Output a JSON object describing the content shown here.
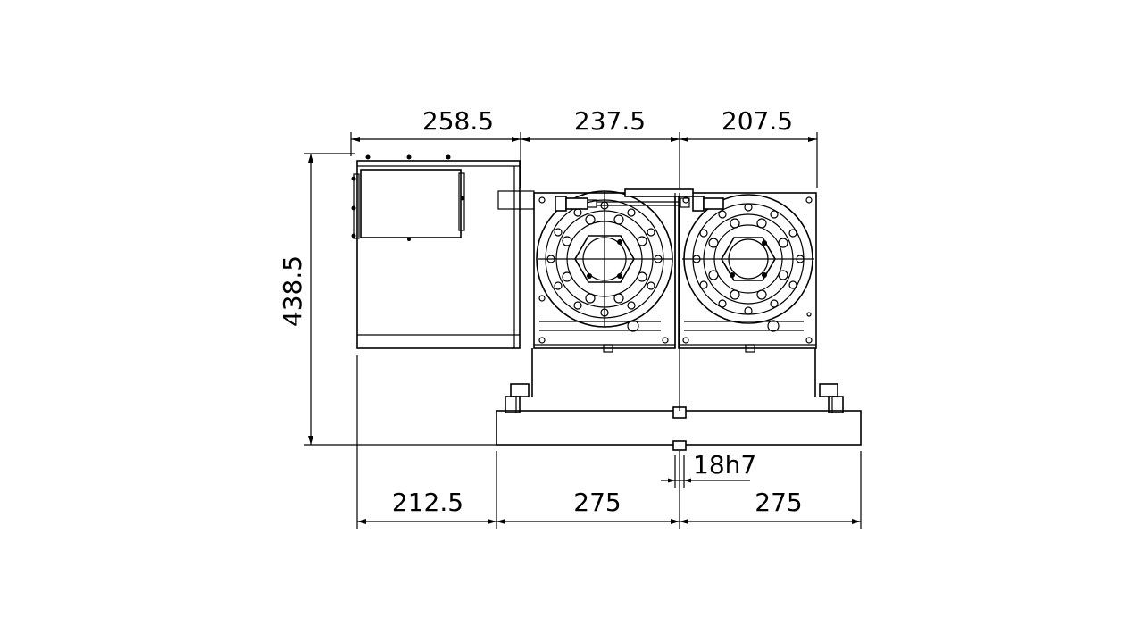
{
  "dimensions": {
    "top_left": "258.5",
    "top_middle": "237.5",
    "top_right": "207.5",
    "height_left": "438.5",
    "bottom_left": "212.5",
    "bottom_middle": "275",
    "bottom_right": "275",
    "key_slot": "18h7"
  },
  "colors": {
    "line": "#000000",
    "background": "#ffffff"
  }
}
